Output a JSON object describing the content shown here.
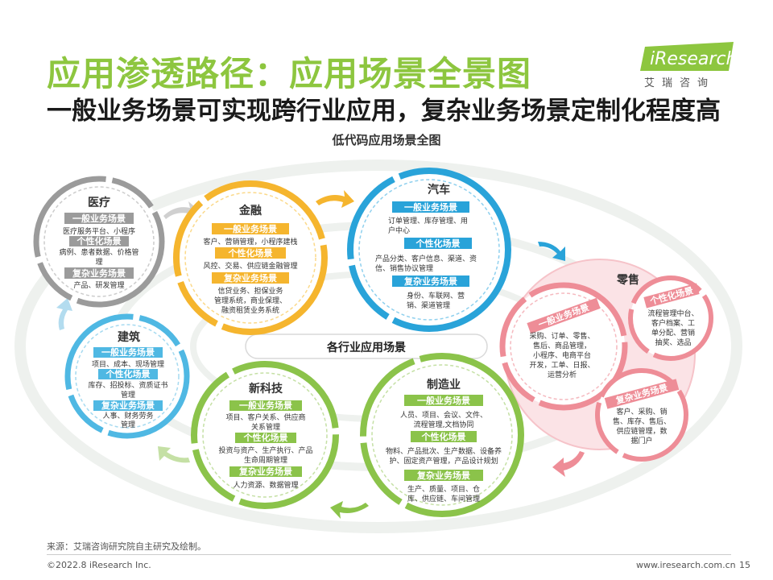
{
  "header": {
    "title": "应用渗透路径：应用场景全景图",
    "subtitle": "一般业务场景可实现跨行业应用，复杂业务场景定制化程度高",
    "chart_title": "低代码应用场景全图"
  },
  "logo": {
    "brand": "iResearch",
    "sub": "艾瑞咨询"
  },
  "center_label": "各行业应用场景",
  "colors": {
    "green": "#8dc63f",
    "gray": "#9b9b9b",
    "yellow": "#f5b52e",
    "blue": "#29a3d9",
    "pink": "#ee8d97",
    "lime": "#8bc34a",
    "lightblue": "#4fb8e3"
  },
  "industries": {
    "medical": {
      "name": "医疗",
      "general_label": "一般业务场景",
      "general_text": [
        "医疗服务平台、小程序"
      ],
      "custom_label": "个性化场景",
      "custom_text": [
        "病例、患者数据、价格管",
        "理"
      ],
      "complex_label": "复杂业务场景",
      "complex_text": [
        "产品、研发管理"
      ]
    },
    "finance": {
      "name": "金融",
      "general_label": "一般业务场景",
      "general_text": [
        "客户、营销管理，小程序建栈"
      ],
      "custom_label": "个性化场景",
      "custom_text": [
        "风控、交易、供应链金融管理"
      ],
      "complex_label": "复杂业务场景",
      "complex_text": [
        "信贷业务、担保业务",
        "管理系统，商业保理、",
        "融资租赁业务系统"
      ]
    },
    "auto": {
      "name": "汽车",
      "general_label": "一般业务场景",
      "general_text": [
        "订单管理、库存管理、用",
        "户中心"
      ],
      "custom_label": "个性化场景",
      "custom_text": [
        "产品分类、客户信息、渠道、资",
        "信、销售协议管理"
      ],
      "complex_label": "复杂业务场景",
      "complex_text": [
        "身份、车联网、营",
        "销、渠道管理"
      ]
    },
    "retail": {
      "name": "零售",
      "general_label": "一般业务场景",
      "general_text": [
        "采购、订单、零售、",
        "售后、商品管理，",
        "小程序、电商平台",
        "开发，工单、日报、",
        "运营分析"
      ],
      "custom_label": "个性化场景",
      "custom_text": [
        "流程管理中台、",
        "客户档案、工",
        "单分配、营销",
        "抽奖、选品"
      ],
      "complex_label": "复杂业务场景",
      "complex_text": [
        "客户、采购、销",
        "售、库存、售后、",
        "供应链管理，数",
        "据门户"
      ]
    },
    "construction": {
      "name": "建筑",
      "general_label": "一般业务场景",
      "general_text": [
        "项目、成本、现场管理"
      ],
      "custom_label": "个性化场景",
      "custom_text": [
        "库存、招投标、资质证书",
        "管理"
      ],
      "complex_label": "复杂业务场景",
      "complex_text": [
        "人事、财务劳务",
        "管理"
      ]
    },
    "newtech": {
      "name": "新科技",
      "general_label": "一般业务场景",
      "general_text": [
        "项目、客户关系、供应商",
        "关系管理"
      ],
      "custom_label": "个性化场景",
      "custom_text": [
        "投资与资产、生产执行、产品",
        "生命周期管理"
      ],
      "complex_label": "复杂业务场景",
      "complex_text": [
        "人力资源、数据管理"
      ]
    },
    "manufacturing": {
      "name": "制造业",
      "general_label": "一般业务场景",
      "general_text": [
        "人员、项目、会议、文件、",
        "流程管理,文档协同"
      ],
      "custom_label": "个性化场景",
      "custom_text": [
        "物料、产品批次、生产数据、设备养",
        "护、固定资产管理，产品设计规划"
      ],
      "complex_label": "复杂业务场景",
      "complex_text": [
        "生产、质量、项目、仓",
        "库、供应链、车间管理"
      ]
    }
  },
  "footer": {
    "source": "来源：艾瑞咨询研究院自主研究及绘制。",
    "copyright": "©2022.8 iResearch Inc.",
    "url": "www.iresearch.com.cn",
    "page": "15"
  }
}
